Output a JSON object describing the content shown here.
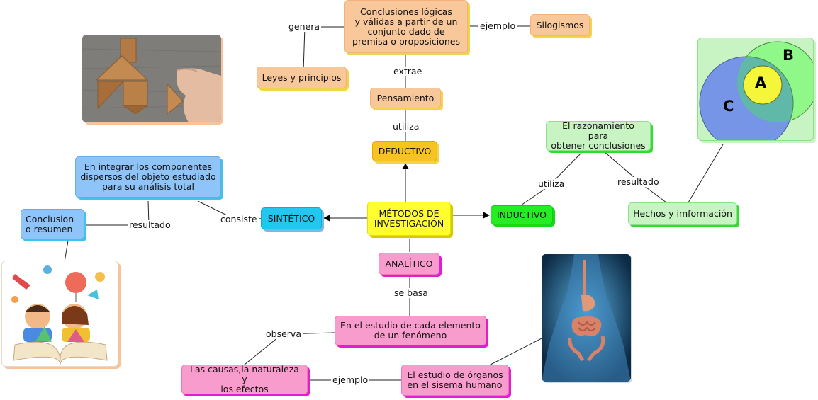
{
  "nodes": {
    "metodos": "MÉTODOS DE\nINVESTIGACIÓN",
    "deductivo": "DEDUCTIVO",
    "pensamiento": "Pensamiento",
    "conclusiones": "Conclusiones lógicas\ny válidas a partir de un\nconjunto dado de\npremisa o proposiciones",
    "silogismos": "Silogismos",
    "leyes": "Leyes y principios",
    "inductivo": "INDUCTIVO",
    "razonamiento": "El razonamiento para\nobtener conclusiones",
    "hechos": "Hechos y imformación",
    "sintetico": "SINTÉTICO",
    "integrar": "En integrar los componentes\ndispersos del objeto estudiado\npara su análisis total",
    "conclusion_resumen": "Conclusion\no resumen",
    "analitico": "ANALÍTICO",
    "estudio_elemento": "En el estudio de cada elemento\nde un fenómeno",
    "causas": "Las causas,la naturaleza y\nlos efectos",
    "organos": "El estudio de órganos\nen el sisema humano"
  },
  "labels": {
    "genera": "genera",
    "ejemplo_top": "ejemplo",
    "extrae": "extrae",
    "utiliza_ded": "utiliza",
    "utiliza_ind": "utiliza",
    "resultado_ind": "resultado",
    "consiste": "consiste",
    "resultado_sint": "resultado",
    "se_basa": "se basa",
    "observa": "observa",
    "ejemplo_bottom": "ejemplo"
  },
  "venn": {
    "a": "A",
    "b": "B",
    "c": "C"
  },
  "colors": {
    "peach": "#f9c89a",
    "yellow": "#ffff2e",
    "gold": "#f7c323",
    "blue": "#8ec4f8",
    "cyan": "#22c7f0",
    "green": "#22ee22",
    "light_green": "#c8f3c3",
    "pink": "#f79ccc"
  }
}
